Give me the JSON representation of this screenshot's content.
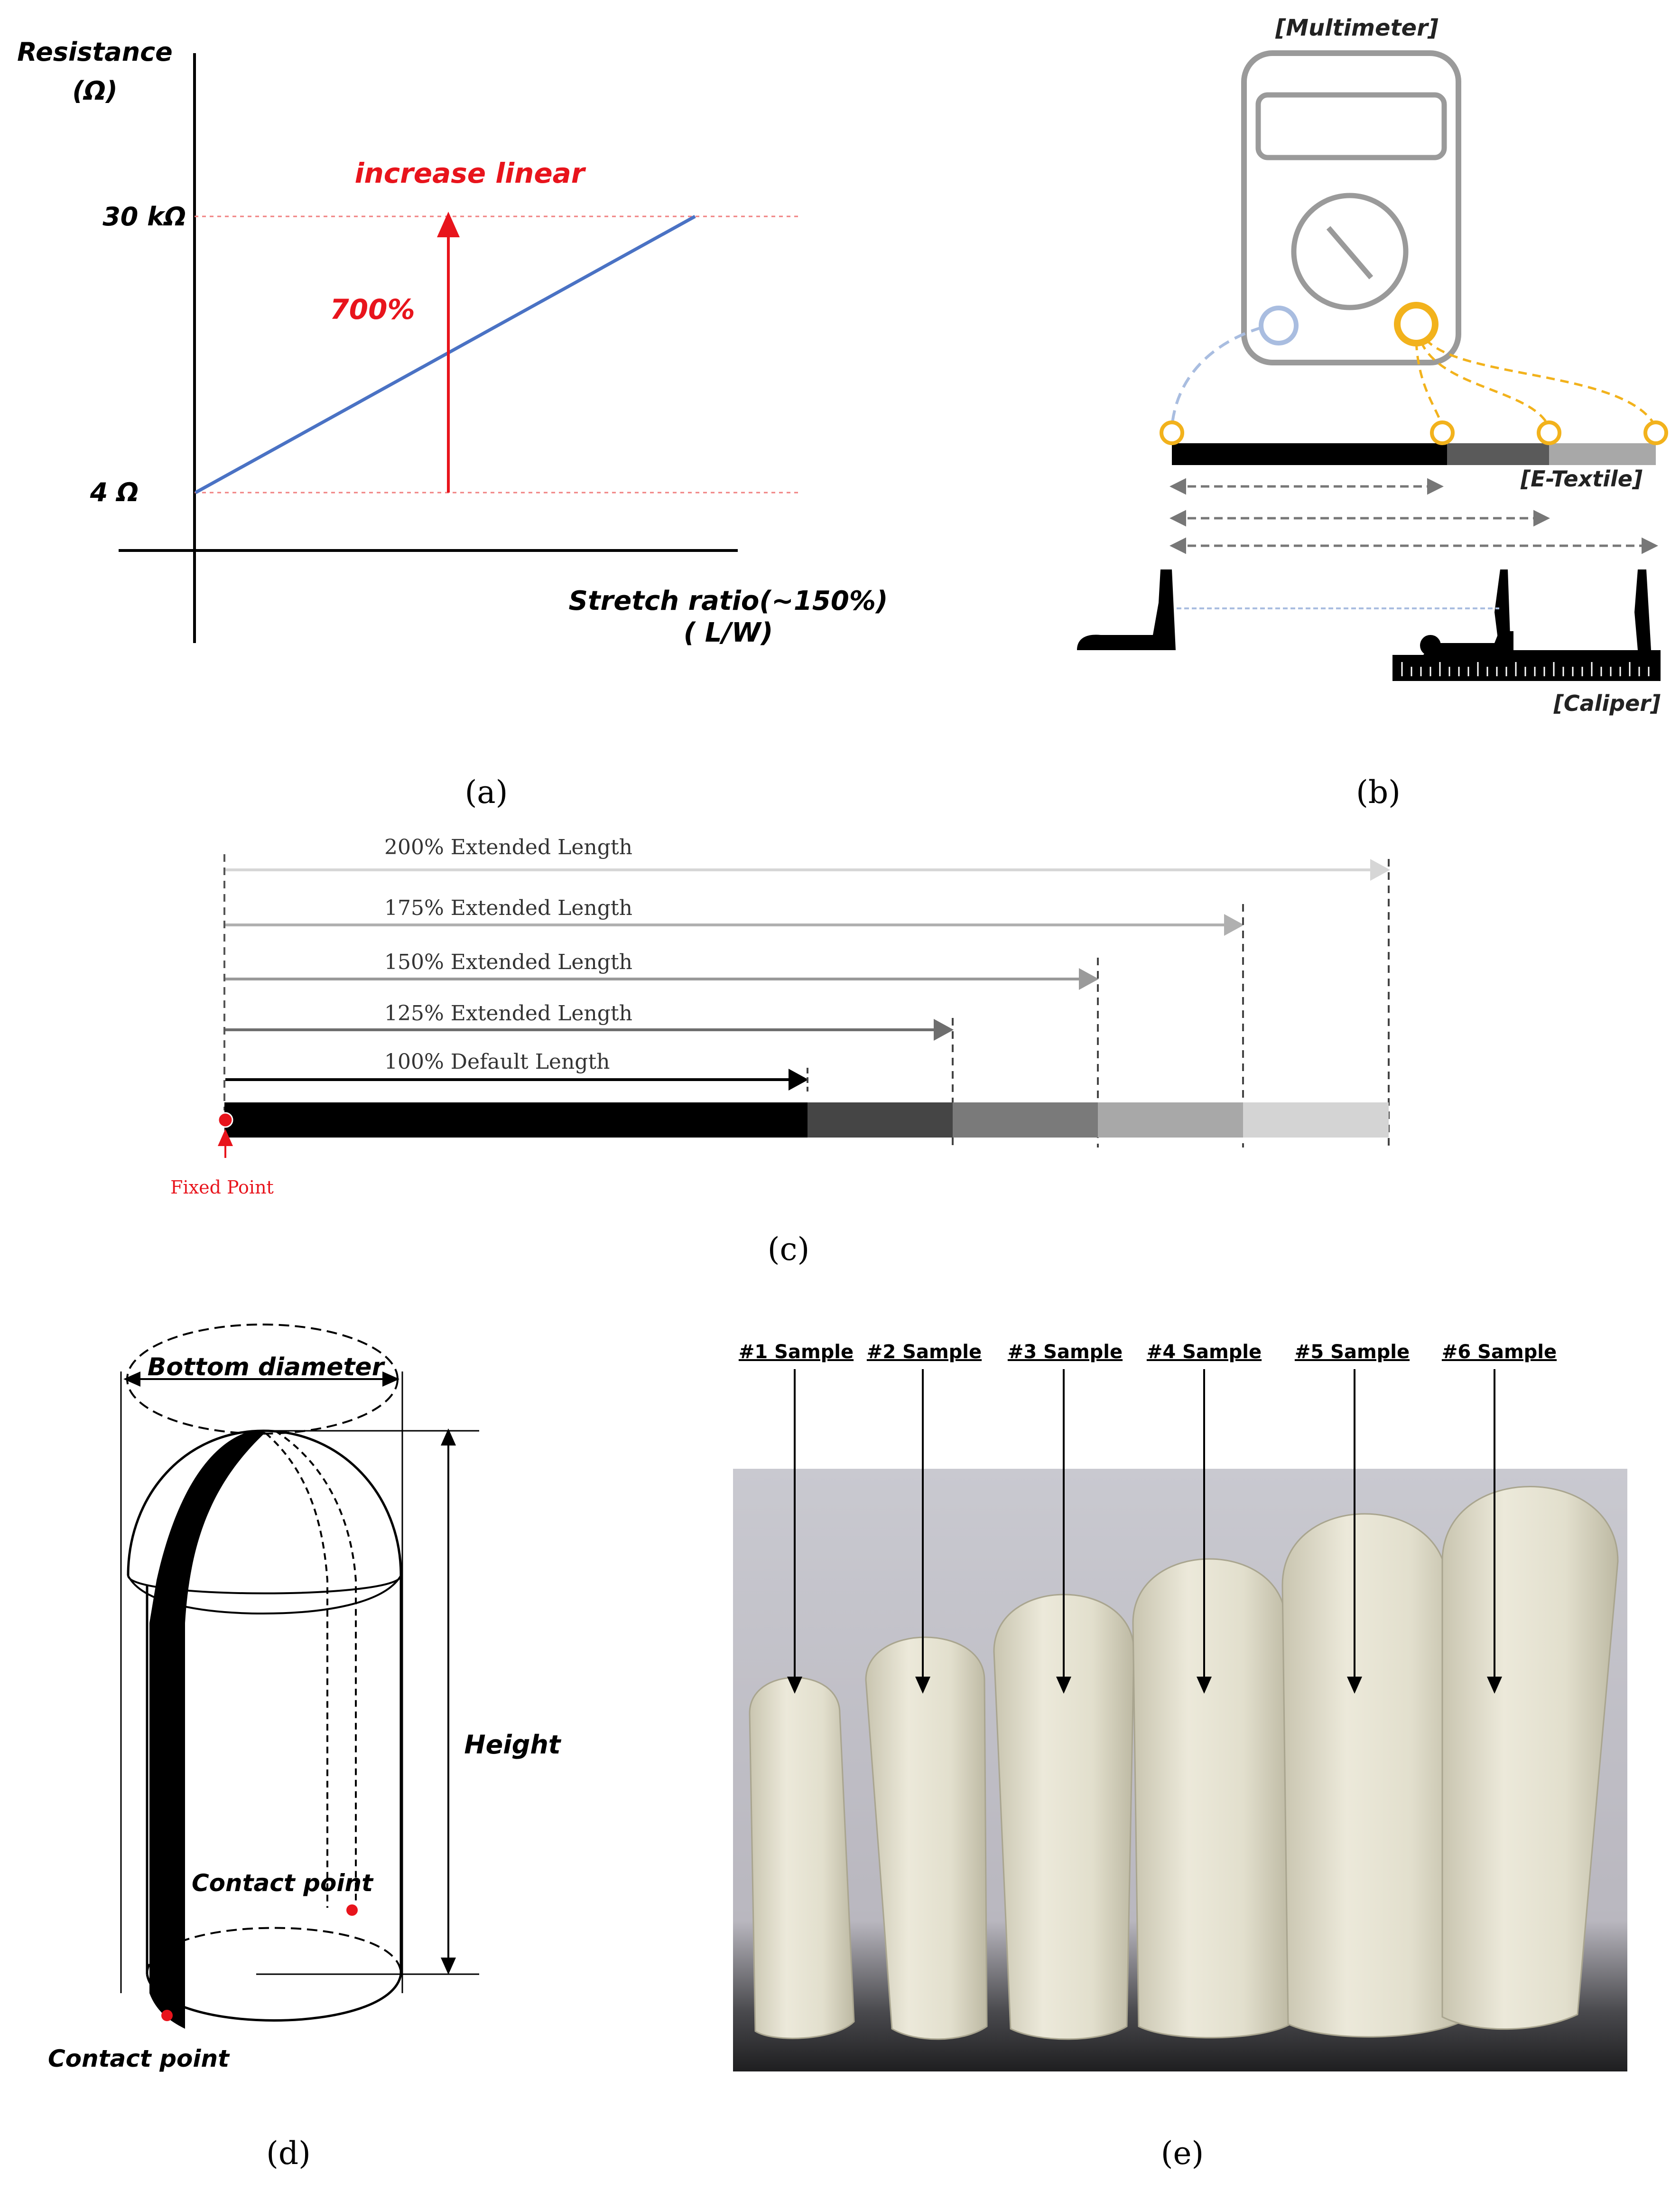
{
  "panel_labels": {
    "a": "(a)",
    "b": "(b)",
    "c": "(c)",
    "d": "(d)",
    "e": "(e)"
  },
  "panel_a": {
    "y_axis_title_line1": "Resistance",
    "y_axis_title_line2": "(Ω)",
    "tick_high": "30 kΩ",
    "tick_low": "4 Ω",
    "annotation_title": "increase linear",
    "annotation_percent": "700%",
    "x_axis_title_line1": "Stretch ratio(~150%)",
    "x_axis_title_line2": "( L/W)",
    "colors": {
      "line": "#4a72c4",
      "accent": "#e8141c",
      "guide": "#f08080"
    }
  },
  "panel_b": {
    "multimeter_label": "[Multimeter]",
    "etextile_label": "[E-Textile]",
    "caliper_label": "[Caliper]",
    "colors": {
      "device": "#9a9a9a",
      "probe_left": "#a9bde0",
      "probe_right": "#f2b21c"
    }
  },
  "panel_c": {
    "lengths": [
      {
        "label": "200% Extended Length",
        "color": "#d6d6d6"
      },
      {
        "label": "175% Extended Length",
        "color": "#b0b0b0"
      },
      {
        "label": "150% Extended Length",
        "color": "#9a9a9a"
      },
      {
        "label": "125% Extended Length",
        "color": "#6e6e6e"
      },
      {
        "label": "100% Default Length",
        "color": "#000000"
      }
    ],
    "fixed_point_label": "Fixed Point",
    "segment_colors": [
      "#000000",
      "#454545",
      "#7a7a7a",
      "#a8a8a8",
      "#d4d4d4"
    ]
  },
  "panel_d": {
    "bottom_diameter_label": "Bottom diameter",
    "height_label": "Height",
    "contact_point_upper": "Contact point",
    "contact_point_lower": "Contact point"
  },
  "panel_e": {
    "samples": [
      "#1 Sample",
      "#2 Sample",
      "#3 Sample",
      "#4 Sample",
      "#5 Sample",
      "#6 Sample"
    ]
  }
}
